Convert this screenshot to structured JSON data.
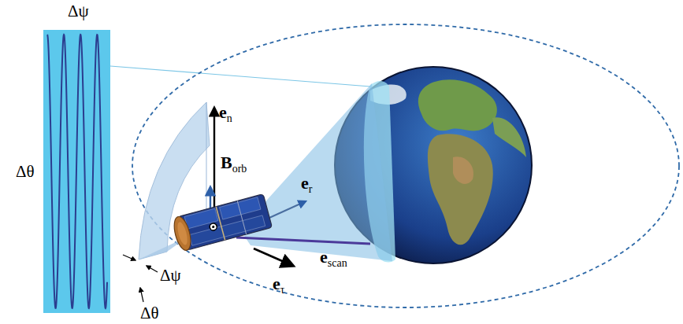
{
  "diagram": {
    "labels": [
      "Δψ",
      "Δθ",
      "en",
      "Borb",
      "er",
      "escan",
      "eτ",
      "Δψ",
      "Δθ"
    ]
  }
}
